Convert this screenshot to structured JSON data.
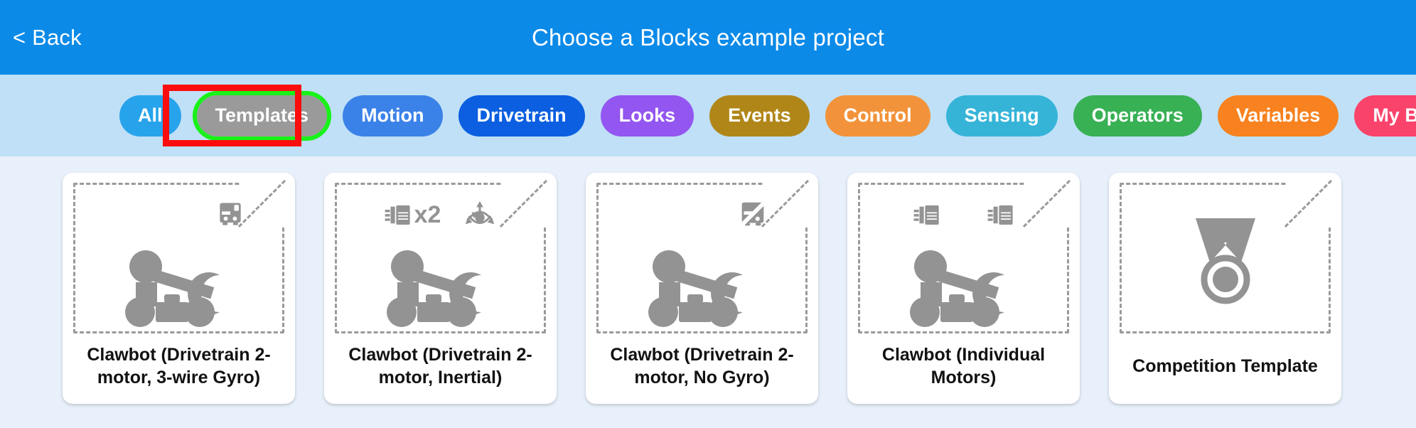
{
  "header": {
    "back_label": "< Back",
    "title": "Choose a Blocks example project",
    "bg_color": "#0b8ae8"
  },
  "filter_bar": {
    "bg_color": "#bfe0f7",
    "selected": "Templates",
    "highlight_ring_color": "#18f218",
    "annotation_box_color": "#fb0d0d",
    "pills": [
      {
        "label": "All",
        "color": "#27a3ec"
      },
      {
        "label": "Templates",
        "color": "#9a9a9a"
      },
      {
        "label": "Motion",
        "color": "#3b82e8"
      },
      {
        "label": "Drivetrain",
        "color": "#0b5fe0"
      },
      {
        "label": "Looks",
        "color": "#9356f0"
      },
      {
        "label": "Events",
        "color": "#b18618"
      },
      {
        "label": "Control",
        "color": "#f2933b"
      },
      {
        "label": "Sensing",
        "color": "#36b4d8"
      },
      {
        "label": "Operators",
        "color": "#38b054"
      },
      {
        "label": "Variables",
        "color": "#f7821f"
      },
      {
        "label": "My Blocks",
        "color": "#f9436b"
      }
    ]
  },
  "content": {
    "bg_color": "#e8f0fb",
    "icon_color": "#939393",
    "cards": [
      {
        "title": "Clawbot (Drivetrain 2-motor, 3-wire Gyro)",
        "icons": [
          "gyro-sensor-icon"
        ],
        "thumb_subject": "clawbot-robot-icon",
        "multiplier": ""
      },
      {
        "title": "Clawbot (Drivetrain 2-motor, Inertial)",
        "icons": [
          "motor-icon",
          "inertial-sensor-icon"
        ],
        "thumb_subject": "clawbot-robot-icon",
        "multiplier": "x2"
      },
      {
        "title": "Clawbot (Drivetrain 2-motor, No Gyro)",
        "icons": [
          "no-gyro-sensor-icon"
        ],
        "thumb_subject": "clawbot-robot-icon",
        "multiplier": ""
      },
      {
        "title": "Clawbot (Individual Motors)",
        "icons": [
          "motor-icon",
          "motor-icon"
        ],
        "thumb_subject": "clawbot-robot-icon",
        "multiplier": ""
      },
      {
        "title": "Competition Template",
        "icons": [],
        "thumb_subject": "medal-icon",
        "multiplier": ""
      }
    ]
  }
}
